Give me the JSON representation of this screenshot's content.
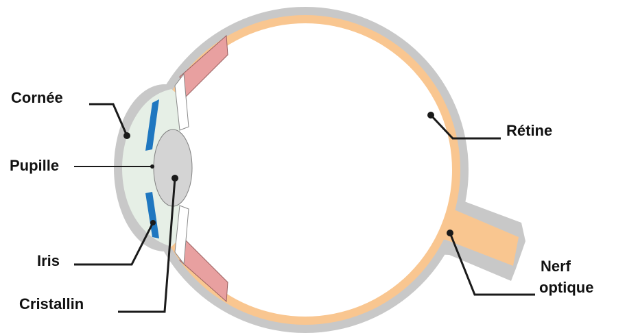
{
  "labels": {
    "cornee": "Cornée",
    "pupille": "Pupille",
    "iris": "Iris",
    "cristallin": "Cristallin",
    "retine": "Rétine",
    "nerf_line1": "Nerf",
    "nerf_line2": "optique"
  },
  "colors": {
    "sclera": "#c8c8c8",
    "retina": "#f9c690",
    "optic_nerf": "#f9c690",
    "iris": "#1f77c0",
    "lens": "#d4d4d4",
    "cornea_fill": "#e6efe6",
    "ciliary_muscle": "#e8a0a0",
    "leader_line": "#1a1a1a"
  }
}
